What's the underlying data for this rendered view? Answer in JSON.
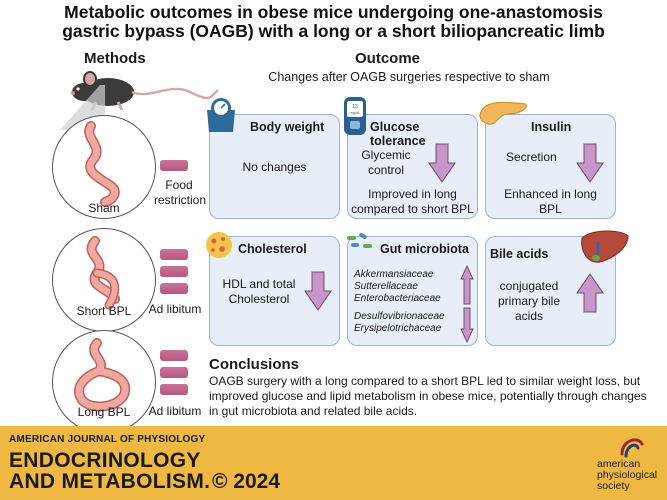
{
  "title": {
    "line1": "Metabolic outcomes in obese mice undergoing one-anastomosis",
    "line2": "gastric bypass (OAGB) with a long or a short biliopancreatic limb"
  },
  "methods": {
    "heading": "Methods",
    "groups": [
      {
        "label": "Sham",
        "side": "Food\nrestriction"
      },
      {
        "label": "Short BPL",
        "side": "Ad libitum"
      },
      {
        "label": "Long BPL",
        "side": "Ad libitum"
      }
    ]
  },
  "outcome": {
    "heading": "Outcome",
    "subtitle": "Changes after OAGB surgeries respective to sham",
    "glucometer_text": "13\nmg/dL",
    "panels": {
      "body_weight": {
        "title": "Body weight",
        "text": "No changes"
      },
      "glucose": {
        "title": "Glucose tolerance",
        "text1": "Glycemic\ncontrol",
        "text2": "Improved in long\ncompared to short BPL"
      },
      "insulin": {
        "title": "Insulin",
        "text1": "Secretion",
        "text2": "Enhanced in long\nBPL"
      },
      "cholesterol": {
        "title": "Cholesterol",
        "text": "HDL and total\nCholesterol"
      },
      "gut": {
        "title": "Gut microbiota",
        "up": [
          "Akkermansiaceae",
          "Sutterellaceae",
          "Enterobacteriaceae"
        ],
        "down": [
          "Desulfovibrionaceae",
          "Erysipelotrichaceae"
        ]
      },
      "bile": {
        "title": "Bile acids",
        "text": "conjugated\nprimary bile\nacids"
      }
    }
  },
  "conclusions": {
    "heading": "Conclusions",
    "text": "OAGB  surgery with a long compared to a short BPL led to similar weight loss,  but improved glucose and lipid metabolism in obese mice, potentially  through changes in gut microbiota and related bile acids."
  },
  "footer": {
    "journal_top": "AMERICAN JOURNAL OF PHYSIOLOGY",
    "journal_line1": "ENDOCRINOLOGY",
    "journal_line2": "AND METABOLISM.",
    "copyright": "© 2024",
    "society": "american\nphysiological\nsociety"
  },
  "colors": {
    "panel_bg": "#e7eef7",
    "panel_border": "#9eb3cf",
    "arrow": "#c895c8",
    "pill": "#b35883",
    "footer": "#efb843",
    "intestine": "#f0a9a0"
  }
}
